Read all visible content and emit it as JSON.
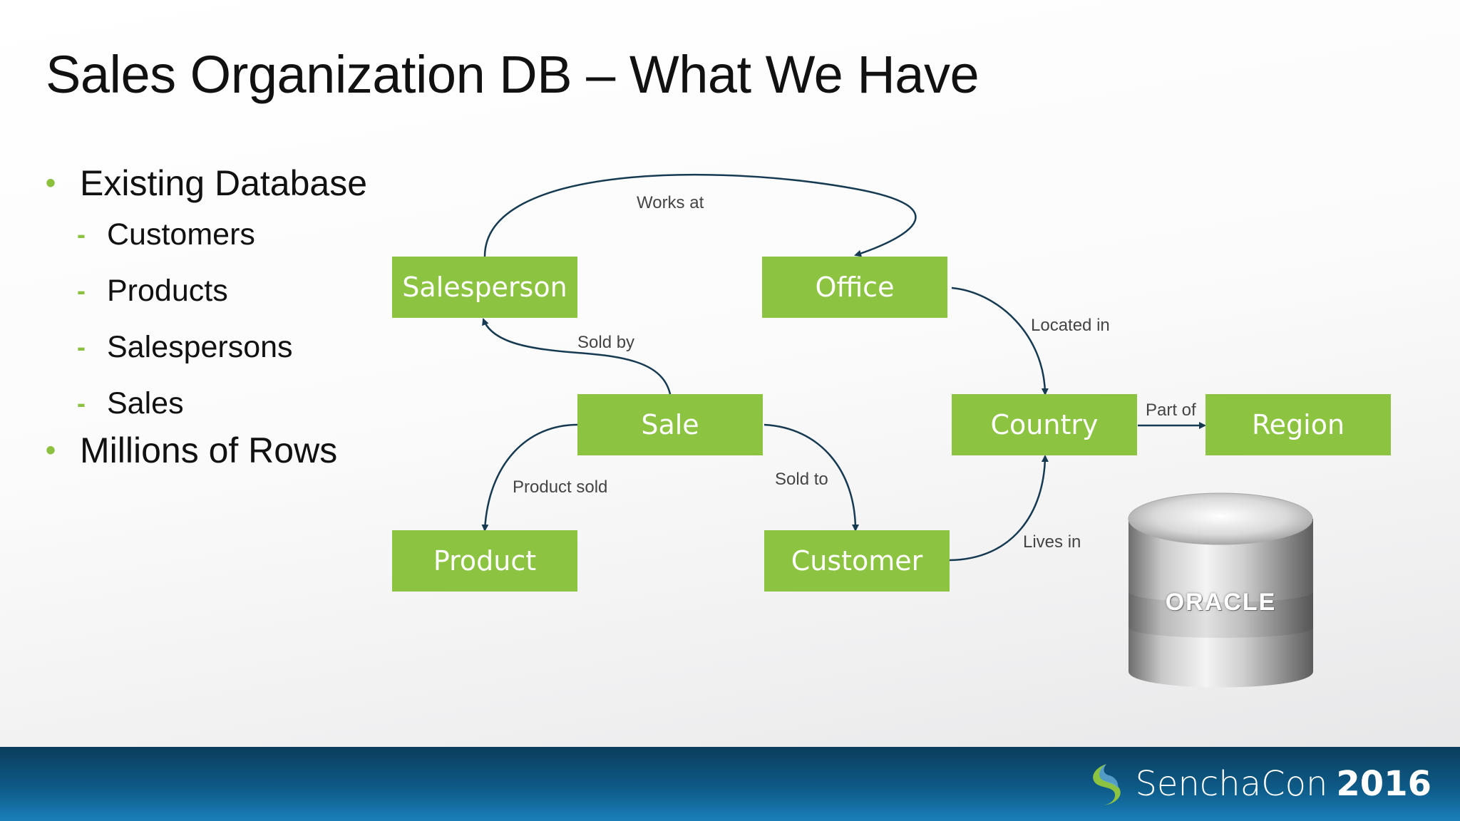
{
  "slide": {
    "title": "Sales Organization DB – What We Have"
  },
  "bullets": [
    {
      "level": 1,
      "marker": "•",
      "text": "Existing Database"
    },
    {
      "level": 2,
      "marker": "-",
      "text": "Customers"
    },
    {
      "level": 2,
      "marker": "-",
      "text": "Products"
    },
    {
      "level": 2,
      "marker": "-",
      "text": "Salespersons"
    },
    {
      "level": 2,
      "marker": "-",
      "text": "Sales"
    },
    {
      "level": 1,
      "marker": "•",
      "text": "Millions of Rows"
    }
  ],
  "diagram": {
    "entities": {
      "salesperson": "Salesperson",
      "office": "Office",
      "sale": "Sale",
      "country": "Country",
      "region": "Region",
      "product": "Product",
      "customer": "Customer"
    },
    "relationships": {
      "works_at": "Works at",
      "sold_by": "Sold by",
      "located_in": "Located in",
      "part_of": "Part of",
      "product_sold": "Product sold",
      "sold_to": "Sold to",
      "lives_in": "Lives in"
    }
  },
  "database_logo": {
    "text": "ORACLE",
    "icon": "database-cylinder-icon"
  },
  "footer": {
    "brand_name": "SenchaCon",
    "brand_year": "2016",
    "logo_icon": "sencha-logo-icon"
  },
  "colors": {
    "entity_fill": "#8cc442",
    "bullet_marker": "#8cc03f",
    "edge": "#163a52",
    "footer": "#0d5a87"
  }
}
